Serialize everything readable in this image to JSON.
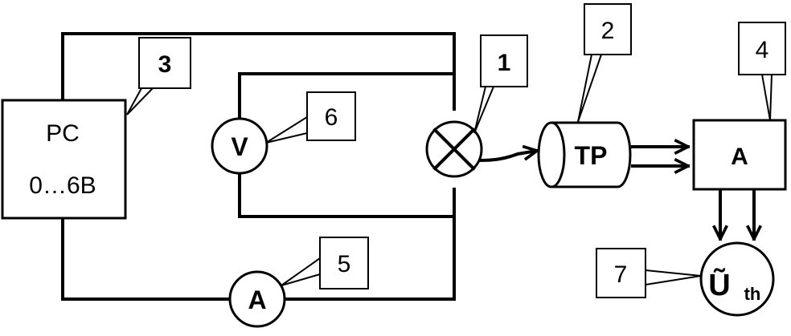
{
  "psu": {
    "line1": "PC",
    "line2": "0…6B"
  },
  "voltmeter": {
    "symbol": "V"
  },
  "ammeter": {
    "symbol": "A"
  },
  "thermocouple": {
    "label": "TP"
  },
  "amplifier": {
    "label": "A"
  },
  "output": {
    "main": "Ũ",
    "sub": "th"
  },
  "callouts": {
    "c1": "1",
    "c2": "2",
    "c3": "3",
    "c4": "4",
    "c5": "5",
    "c6": "6",
    "c7": "7"
  }
}
